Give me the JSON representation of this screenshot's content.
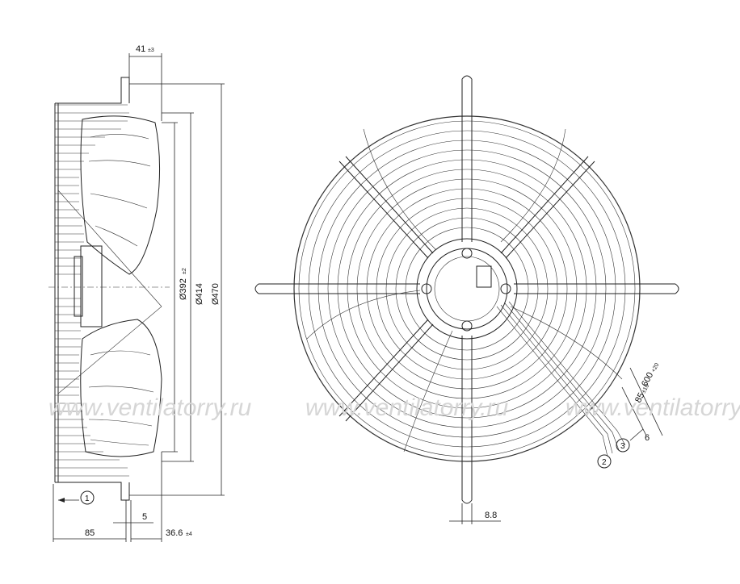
{
  "watermark": "www.ventilatorry.ru",
  "side_view": {
    "dim_top": "41",
    "dim_top_tol": "±3",
    "dia_392": "Ø392",
    "dia_392_tol": "±2",
    "dia_414": "Ø414",
    "dia_470": "Ø470",
    "dim_85": "85",
    "dim_5": "5",
    "dim_36_6": "36.6",
    "dim_36_6_tol": "±4",
    "callout_1": "1"
  },
  "front_view": {
    "dim_8_8": "8.8",
    "dim_600": "600",
    "dim_600_tol": "+20",
    "dim_85": "85",
    "dim_85_tol": "±10",
    "dim_6": "6",
    "callout_2": "2",
    "callout_3": "3"
  }
}
